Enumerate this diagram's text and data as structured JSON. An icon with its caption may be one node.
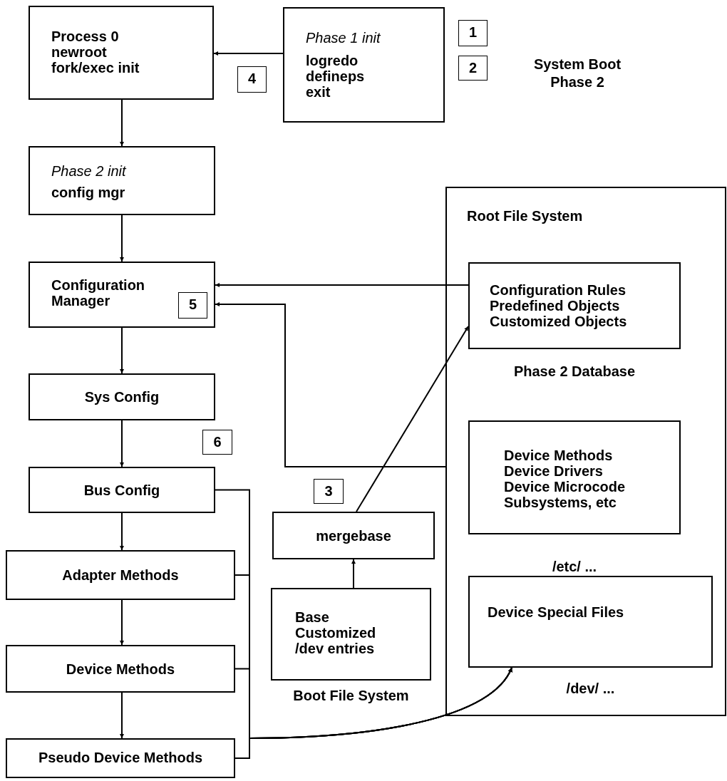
{
  "diagram": {
    "nodes": [
      {
        "text": [
          "Process 0 newroot fork/exec init"
        ]
      },
      {
        "text": [
          "Phase 1 init",
          "logredo defineps exit"
        ]
      },
      {
        "text": [
          "Phase 2 init",
          "config mgr"
        ]
      },
      {
        "text": [
          "Configuration Manager"
        ]
      },
      {
        "text": [
          "Sys Config"
        ]
      },
      {
        "text": [
          "Bus Config"
        ]
      },
      {
        "text": [
          "Adapter Methods"
        ]
      },
      {
        "text": [
          "Device Methods"
        ]
      },
      {
        "text": [
          "Pseudo Device Methods"
        ]
      },
      {
        "text": [
          "mergebase"
        ]
      },
      {
        "text": [
          "Base Customized /dev entries"
        ],
        "beside": [
          "Boot File System"
        ]
      },
      {
        "text": [
          "Root File System"
        ]
      },
      {
        "text": [
          "Configuration Rules Predefined Objects Customized Objects"
        ],
        "in": 11,
        "beside": [
          "Phase 2 Database"
        ]
      },
      {
        "text": [
          "Device Methods Device Drivers Device Microcode Subsystems, etc"
        ],
        "in": 11
      },
      {
        "text": [
          "Device Special Files"
        ],
        "in": 11,
        "beside": [
          "/dev/ ..."
        ]
      }
    ],
    "edges": [
      {
        "from": 1,
        "to": 0,
        "arrow": "to"
      },
      {
        "from": 0,
        "to": 2,
        "arrow": "to"
      },
      {
        "from": 2,
        "to": 3,
        "arrow": "to"
      },
      {
        "from": 12,
        "to": 3,
        "arrow": "to"
      },
      {
        "from": 11,
        "to": 3,
        "arrow": "to"
      },
      {
        "from": 3,
        "to": 4,
        "arrow": "to"
      },
      {
        "from": 4,
        "to": 5,
        "arrow": "to"
      },
      {
        "from": 5,
        "to": 6,
        "arrow": "to"
      },
      {
        "from": 6,
        "to": 7,
        "arrow": "to"
      },
      {
        "from": 7,
        "to": 8,
        "arrow": "to"
      },
      {
        "from": 10,
        "to": 9,
        "arrow": "to"
      },
      {
        "from": 9,
        "to": 12,
        "arrow": "to"
      },
      {
        "from": 5,
        "to": 14,
        "arrow": "to"
      },
      {
        "from": 6,
        "to": 14,
        "arrow": "to"
      },
      {
        "from": 7,
        "to": 14,
        "arrow": "to"
      },
      {
        "from": 8,
        "to": 14,
        "arrow": "to"
      }
    ],
    "labels": [
      "1",
      "2",
      "System Boot Phase 2",
      "4",
      "5",
      "6",
      "3",
      "/etc/ ..."
    ]
  }
}
